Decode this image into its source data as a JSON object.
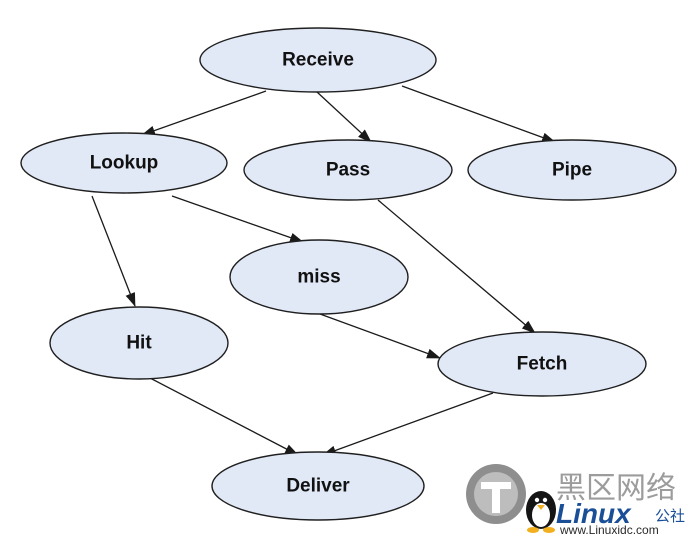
{
  "nodes": {
    "receive": "Receive",
    "lookup": "Lookup",
    "pass": "Pass",
    "pipe": "Pipe",
    "miss": "miss",
    "hit": "Hit",
    "fetch": "Fetch",
    "deliver": "Deliver"
  },
  "edges": [
    {
      "from": "Receive",
      "to": "Lookup"
    },
    {
      "from": "Receive",
      "to": "Pass"
    },
    {
      "from": "Receive",
      "to": "Pipe"
    },
    {
      "from": "Lookup",
      "to": "Hit"
    },
    {
      "from": "Lookup",
      "to": "miss"
    },
    {
      "from": "Pass",
      "to": "Fetch"
    },
    {
      "from": "miss",
      "to": "Fetch"
    },
    {
      "from": "Hit",
      "to": "Deliver"
    },
    {
      "from": "Fetch",
      "to": "Deliver"
    }
  ],
  "watermark": {
    "chinese": "黑区网络",
    "brand": "Linux",
    "brand_suffix": "公社",
    "url": "www.Linuxidc.com"
  },
  "colors": {
    "node_fill": "#e1e8f6",
    "node_stroke": "#1f1f1f",
    "edge": "#1a1a1a",
    "watermark_blue": "#1a4f98"
  }
}
